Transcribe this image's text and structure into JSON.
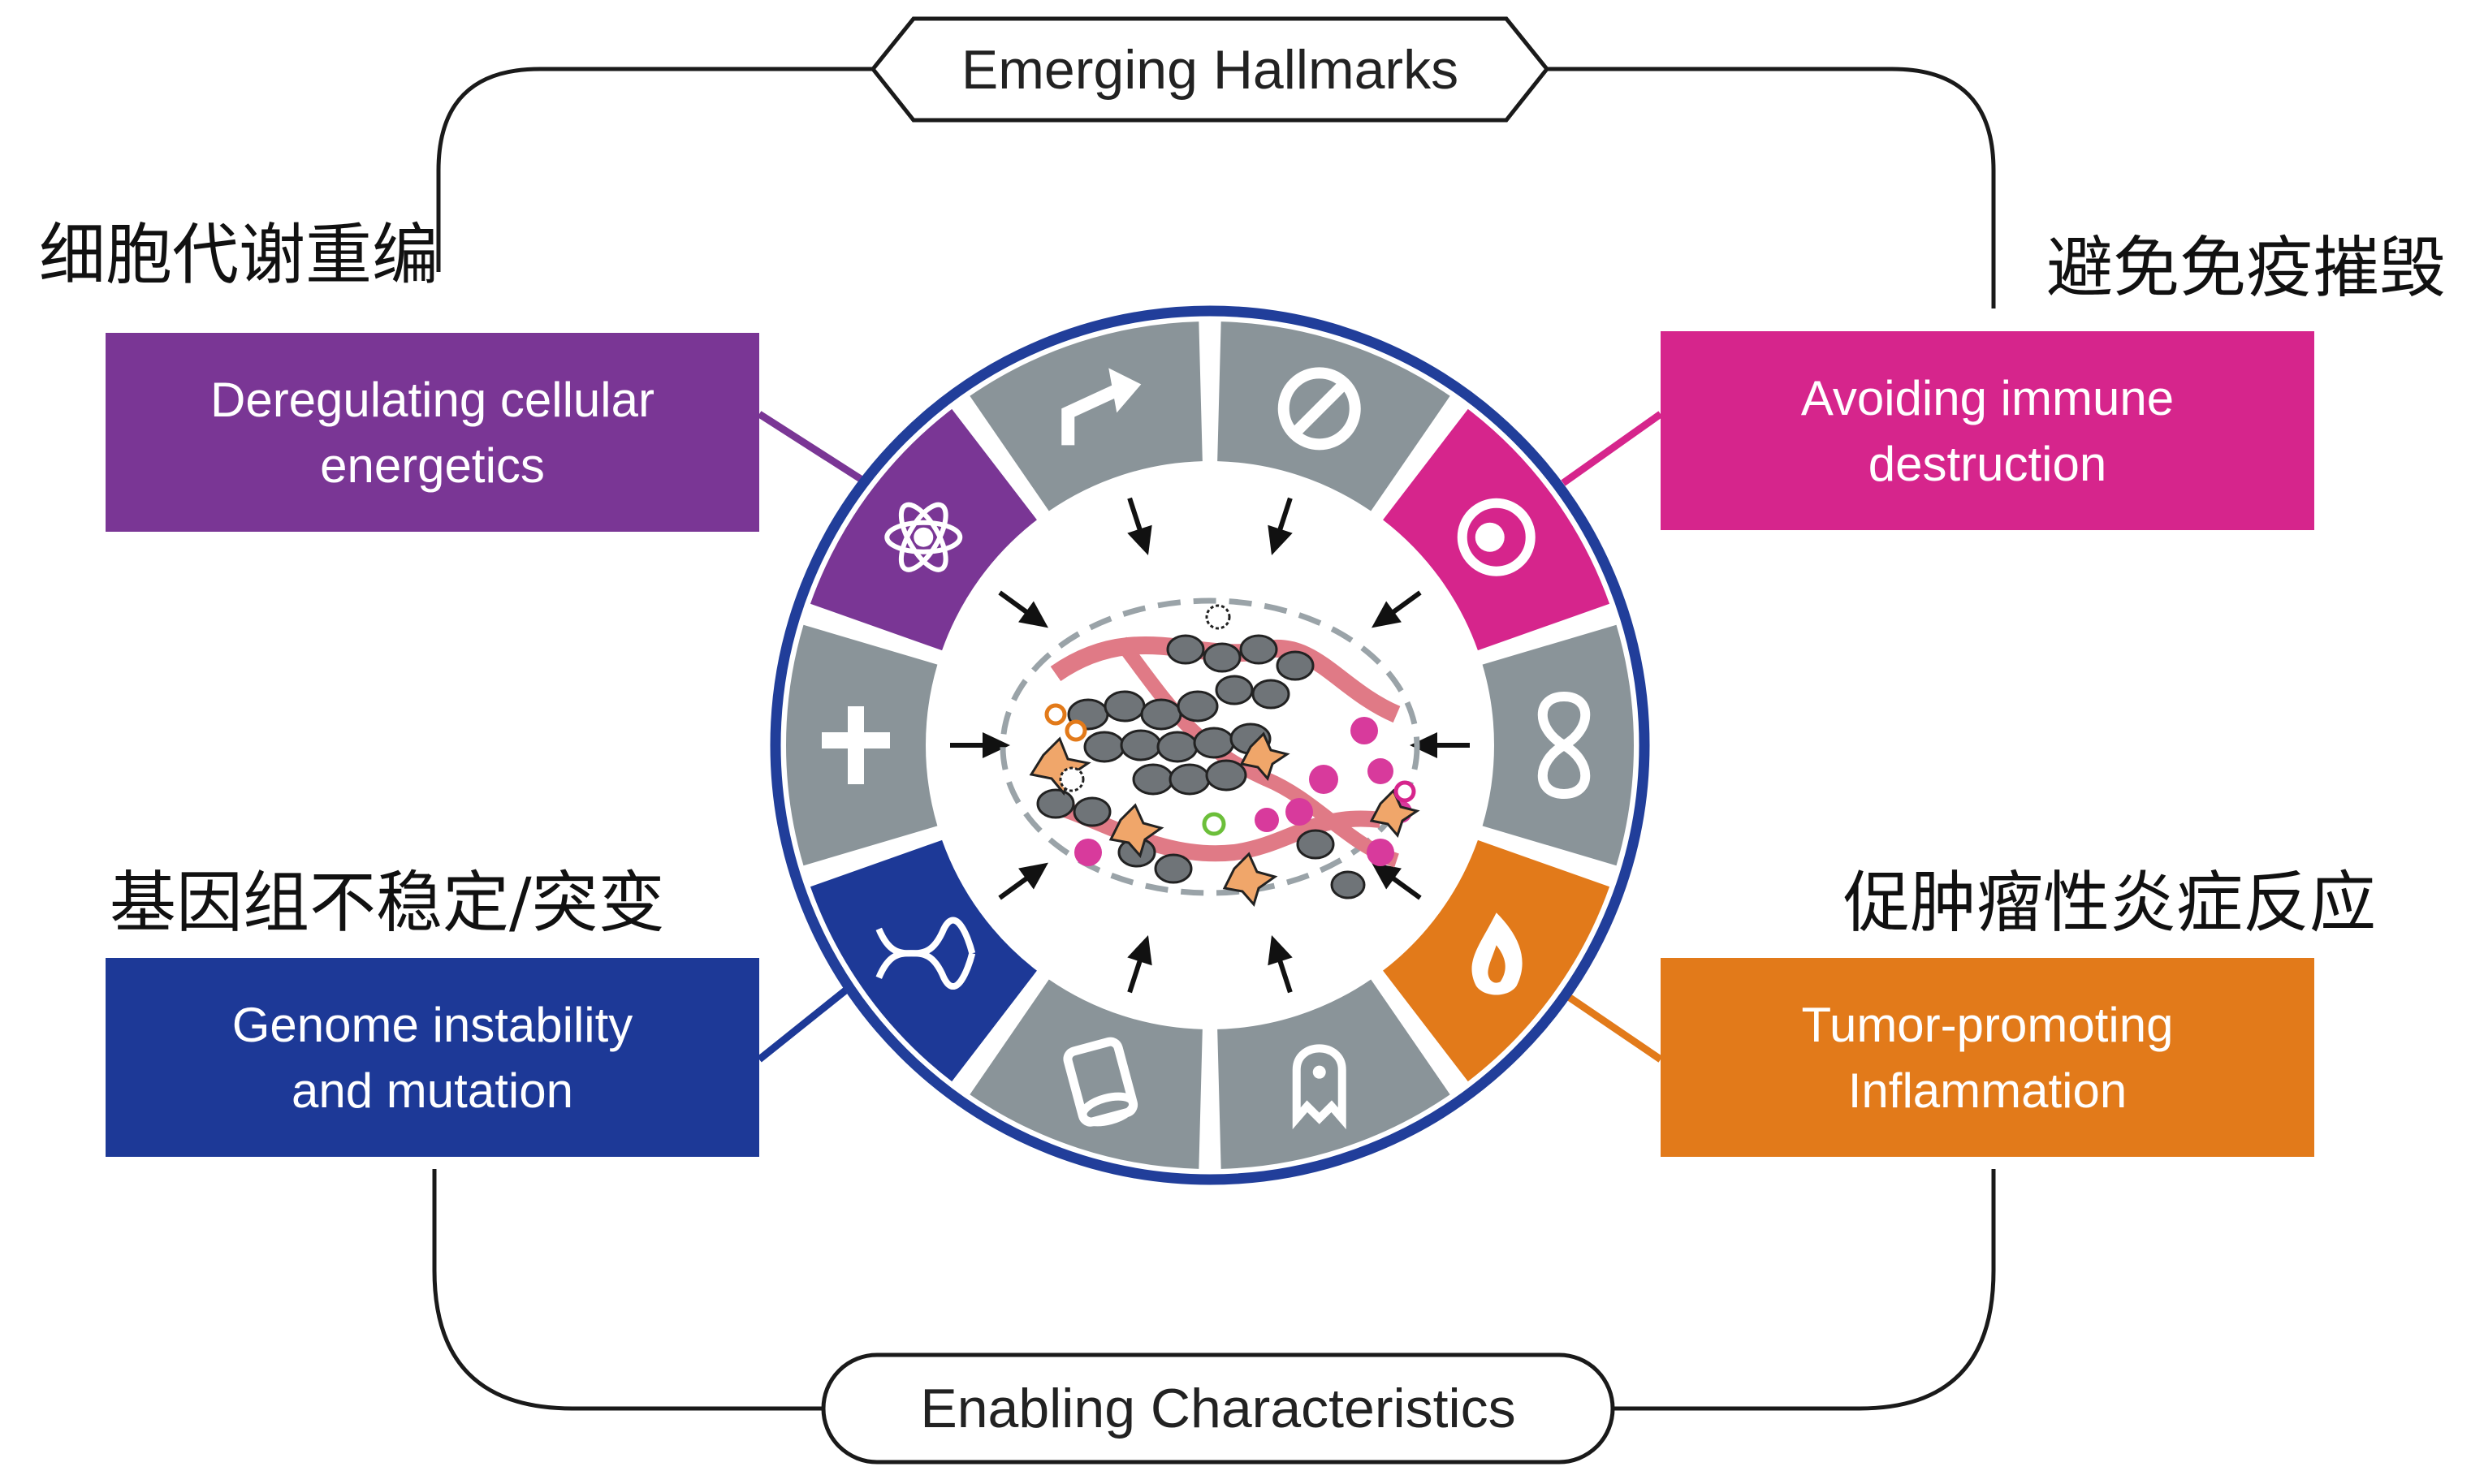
{
  "top_label": "Emerging Hallmarks",
  "bottom_label": "Enabling Characteristics",
  "boxes": {
    "metabolism": {
      "title": "Deregulating cellular\nenergetics",
      "cn": "细胞代谢重编",
      "color": "#7a3695"
    },
    "immune": {
      "title": "Avoiding immune\ndestruction",
      "cn": "避免免疫摧毁",
      "color": "#d6258c"
    },
    "genome": {
      "title": "Genome instability\nand mutation",
      "cn": "基因组不稳定/突变",
      "color": "#1d3997"
    },
    "inflammation": {
      "title": "Tumor-promoting\nInflammation",
      "cn": "促肿瘤性炎症反应",
      "color": "#e27a1a"
    }
  },
  "ring": {
    "border_color": "#213e9a",
    "segment_color": "#8a9499",
    "icons": [
      "arrow-up-right-icon",
      "no-entry-icon",
      "immune-cell-icon",
      "infinity-icon",
      "flame-icon",
      "tombstone-icon",
      "blood-vessel-icon",
      "dna-icon",
      "cross-icon",
      "atom-icon"
    ]
  }
}
